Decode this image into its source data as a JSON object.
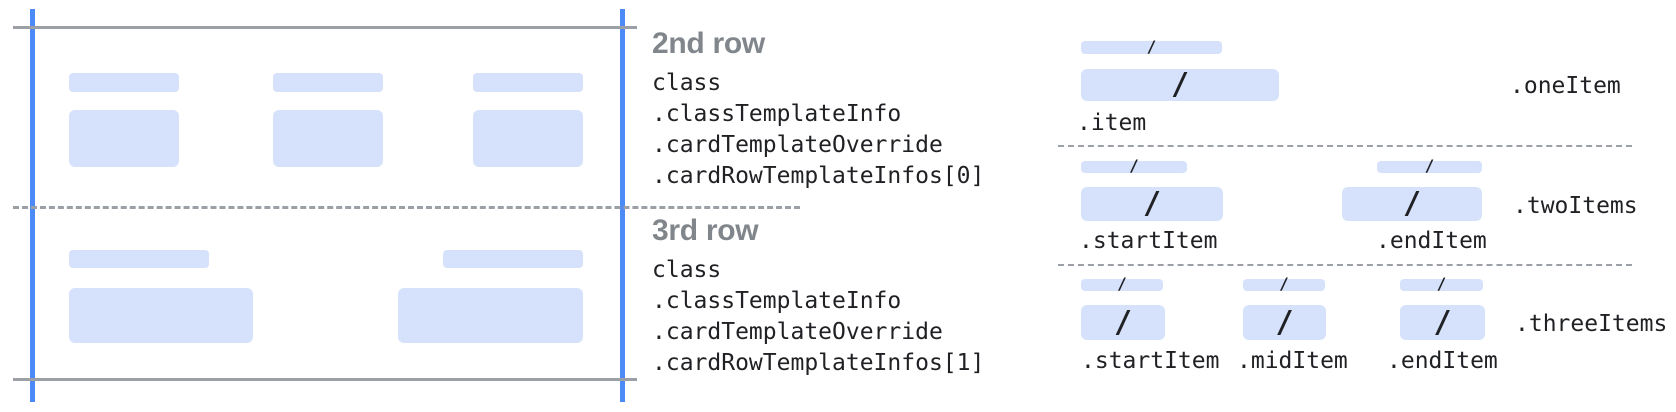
{
  "middle": {
    "sections": [
      {
        "heading": "2nd row",
        "lines": [
          "class",
          ".classTemplateInfo",
          ".cardTemplateOverride",
          ".cardRowTemplateInfos[0]"
        ]
      },
      {
        "heading": "3rd row",
        "lines": [
          "class",
          ".classTemplateInfo",
          ".cardTemplateOverride",
          ".cardRowTemplateInfos[1]"
        ]
      }
    ]
  },
  "right": {
    "slash": "/",
    "rows": [
      {
        "name": ".oneItem",
        "captions": [
          ".item"
        ]
      },
      {
        "name": ".twoItems",
        "captions": [
          ".startItem",
          ".endItem"
        ]
      },
      {
        "name": ".threeItems",
        "captions": [
          ".startItem",
          ".midItem",
          ".endItem"
        ]
      }
    ]
  },
  "colors": {
    "accent_blue": "#4c8af8",
    "bar_fill": "#d6e2fb",
    "line_gray": "#9aa0a6",
    "heading_gray": "#80868b",
    "text_dark": "#202124"
  }
}
